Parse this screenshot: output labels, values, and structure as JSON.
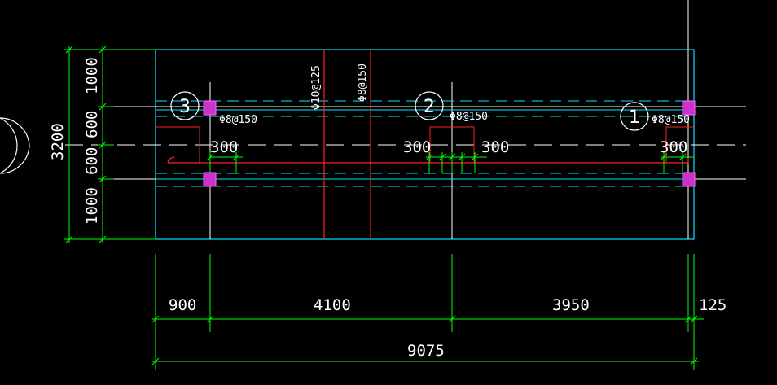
{
  "colors": {
    "background": "#000000",
    "dimension": "#00ff00",
    "outline": "#00e5ff",
    "rebar": "#ff2020",
    "column": "#ff33ff",
    "text": "#ffffff"
  },
  "axis_labels": [
    "1",
    "2",
    "3"
  ],
  "horizontal_dims": {
    "segments": [
      "900",
      "4100",
      "3950",
      "125"
    ],
    "total": "9075"
  },
  "vertical_dims": {
    "segments": [
      "1000",
      "600",
      "600",
      "1000"
    ],
    "total": "3200"
  },
  "rebar_notes": {
    "note1": "Φ10@125",
    "note2": "Φ8@150",
    "note3": "Φ8@150",
    "note4": "Φ8@150",
    "note5": "Φ8@150"
  },
  "column_offsets": [
    "300",
    "300",
    "300",
    "300"
  ]
}
